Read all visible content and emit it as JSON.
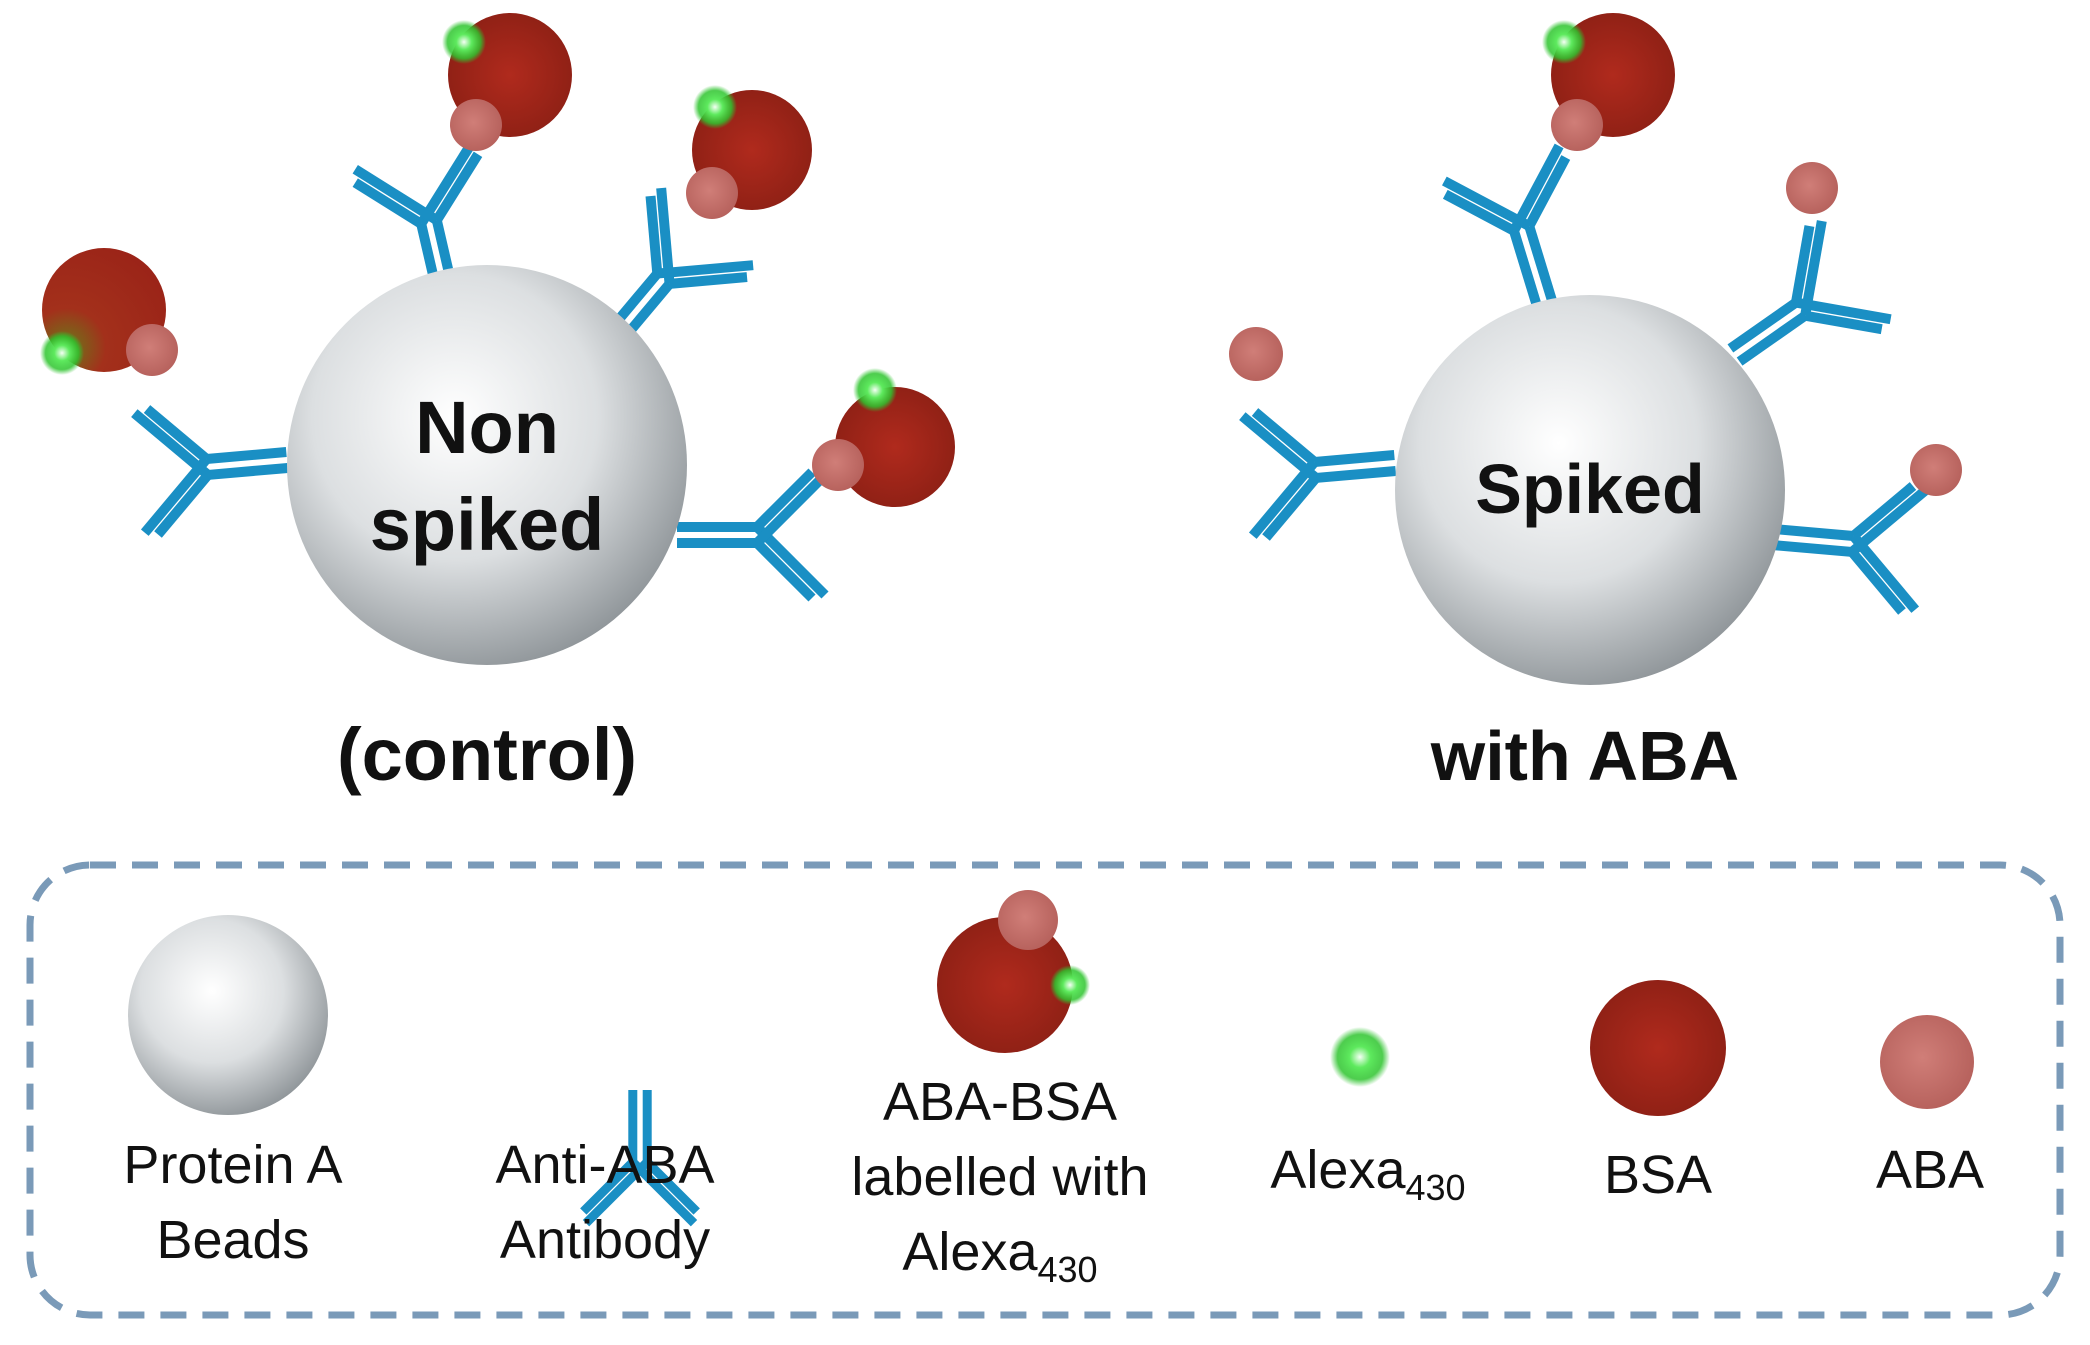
{
  "panels": {
    "left": {
      "bead_line1": "Non",
      "bead_line2": "spiked",
      "caption": "(control)"
    },
    "right": {
      "bead_text": "Spiked",
      "caption": "with ABA"
    }
  },
  "legend": {
    "protein_a": {
      "line1": "Protein A",
      "line2": "Beads"
    },
    "antibody": {
      "line1": "Anti-ABA",
      "line2": "Antibody"
    },
    "aba_bsa": {
      "line1": "ABA-BSA",
      "line2": "labelled with",
      "line3_main": "Alexa",
      "line3_sub": "430"
    },
    "alexa": {
      "main": "Alexa",
      "sub": "430"
    },
    "bsa": {
      "label": "BSA"
    },
    "aba": {
      "label": "ABA"
    }
  },
  "colors": {
    "antibody": "#1a8fc4",
    "bsa": "#9b2418",
    "aba": "#c26b66",
    "alexa": "#3cdc3c",
    "bead": "#c4c8cb",
    "legend_border": "#7a9ab8"
  }
}
